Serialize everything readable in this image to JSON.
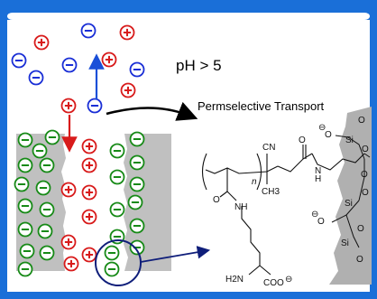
{
  "label_ph": "pH > 5",
  "label_transport": "Permselective Transport",
  "signs": {
    "plus": "+",
    "minus": "−"
  },
  "colors": {
    "border": "#1a6fd8",
    "cation": "#d81b1b",
    "anion_bulk": "#1a2fd6",
    "anion_wall": "#178a17",
    "wall": "#c0c0c0",
    "callout": "#0f1e7a",
    "arrow_blue": "#1a4fd8",
    "arrow_red": "#d81b1b"
  },
  "chem": {
    "n": "n",
    "cn": "CN",
    "ch3": "CH3",
    "o_top": "O",
    "nh_top": "H",
    "n_top": "N",
    "o_side": "O",
    "nh_side": "NH",
    "h2n": "H2N",
    "coo": "COO",
    "neg": "⊖",
    "si_labels": [
      "Si",
      "Si",
      "Si"
    ],
    "o_labels": [
      "O",
      "O",
      "O",
      "O",
      "O",
      "O"
    ],
    "o_neg_labels": [
      "O",
      "O"
    ]
  }
}
